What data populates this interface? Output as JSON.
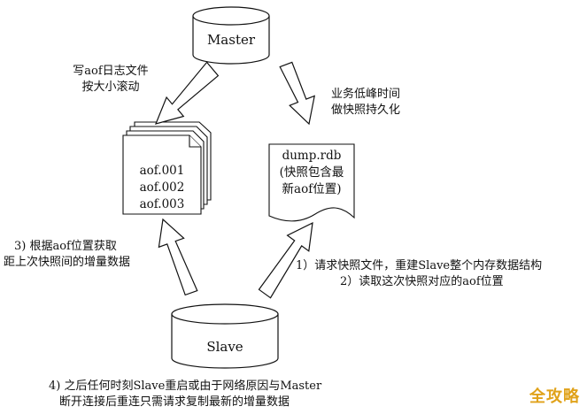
{
  "master": {
    "label": "Master"
  },
  "slave": {
    "label": "Slave"
  },
  "aof_files": [
    "aof.001",
    "aof.002",
    "aof.003"
  ],
  "rdb_file": {
    "lines": [
      "dump.rdb",
      "(快照包含最",
      "新aof位置)"
    ]
  },
  "edges": {
    "master_to_aof": [
      "写aof日志文件",
      "按大小滚动"
    ],
    "master_to_rdb": [
      "业务低峰时间",
      "做快照持久化"
    ],
    "aof_to_slave": [
      "3) 根据aof位置获取",
      "距上次快照间的增量数据"
    ],
    "rdb_to_slave": [
      "1）请求快照文件，重建Slave整个内存数据结构",
      "2）读取这次快照对应的aof位置"
    ]
  },
  "footer": [
    "4) 之后任何时刻Slave重启或由于网络原因与Master",
    "断开连接后重连只需请求复制最新的增量数据"
  ],
  "watermark": "全攻略"
}
